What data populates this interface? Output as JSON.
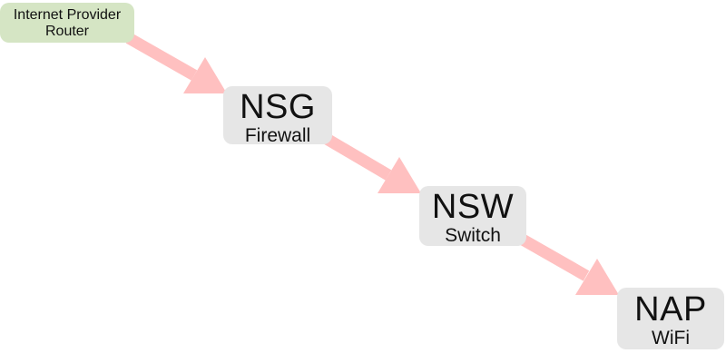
{
  "diagram": {
    "arrow_color": "#ffc0c0",
    "router_color": "#d5e5c4",
    "node_color": "#e6e6e6",
    "nodes": {
      "router": {
        "line1": "Internet Provider",
        "line2": "Router"
      },
      "nsg": {
        "name": "NSG",
        "type": "Firewall"
      },
      "nsw": {
        "name": "NSW",
        "type": "Switch"
      },
      "nap": {
        "name": "NAP",
        "type": "WiFi"
      }
    },
    "edges": [
      {
        "from": "router",
        "to": "nsg"
      },
      {
        "from": "nsg",
        "to": "nsw"
      },
      {
        "from": "nsw",
        "to": "nap"
      }
    ]
  }
}
